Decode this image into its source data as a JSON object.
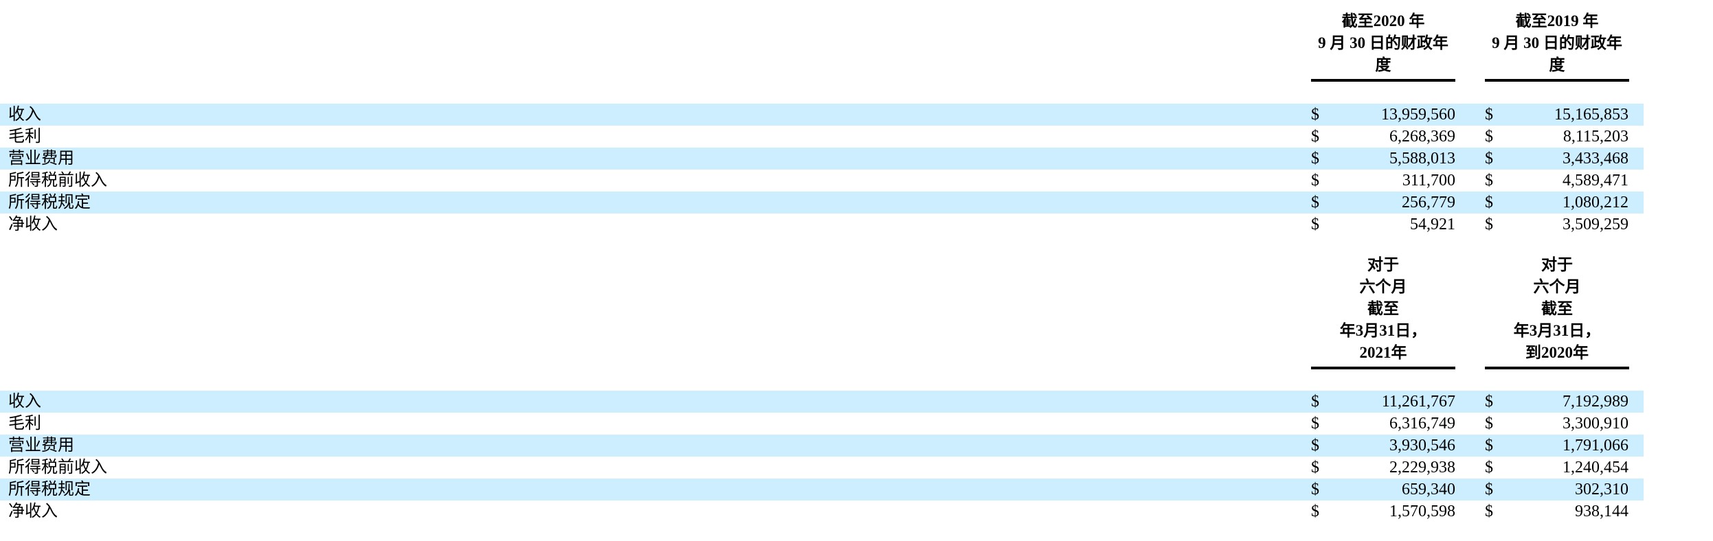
{
  "sections": [
    {
      "headers": [
        [
          "截至2020 年",
          "9 月 30 日的财政年",
          "度"
        ],
        [
          "截至2019 年",
          "9 月 30 日的财政年",
          "度"
        ]
      ],
      "rows": [
        {
          "label": "收入",
          "c1": "13,959,560",
          "c2": "15,165,853"
        },
        {
          "label": "毛利",
          "c1": "6,268,369",
          "c2": "8,115,203"
        },
        {
          "label": "营业费用",
          "c1": "5,588,013",
          "c2": "3,433,468"
        },
        {
          "label": "所得税前收入",
          "c1": "311,700",
          "c2": "4,589,471"
        },
        {
          "label": "所得税规定",
          "c1": "256,779",
          "c2": "1,080,212"
        },
        {
          "label": "净收入",
          "c1": "54,921",
          "c2": "3,509,259"
        }
      ]
    },
    {
      "headers": [
        [
          "对于",
          "六个月",
          "截至",
          "年3月31日，",
          "2021年"
        ],
        [
          "对于",
          "六个月",
          "截至",
          "年3月31日，",
          "到2020年"
        ]
      ],
      "rows": [
        {
          "label": "收入",
          "c1": "11,261,767",
          "c2": "7,192,989"
        },
        {
          "label": "毛利",
          "c1": "6,316,749",
          "c2": "3,300,910"
        },
        {
          "label": "营业费用",
          "c1": "3,930,546",
          "c2": "1,791,066"
        },
        {
          "label": "所得税前收入",
          "c1": "2,229,938",
          "c2": "1,240,454"
        },
        {
          "label": "所得税规定",
          "c1": "659,340",
          "c2": "302,310"
        },
        {
          "label": "净收入",
          "c1": "1,570,598",
          "c2": "938,144"
        }
      ]
    }
  ],
  "currency_symbol": "$",
  "colors": {
    "row_highlight": "#cceeff"
  }
}
